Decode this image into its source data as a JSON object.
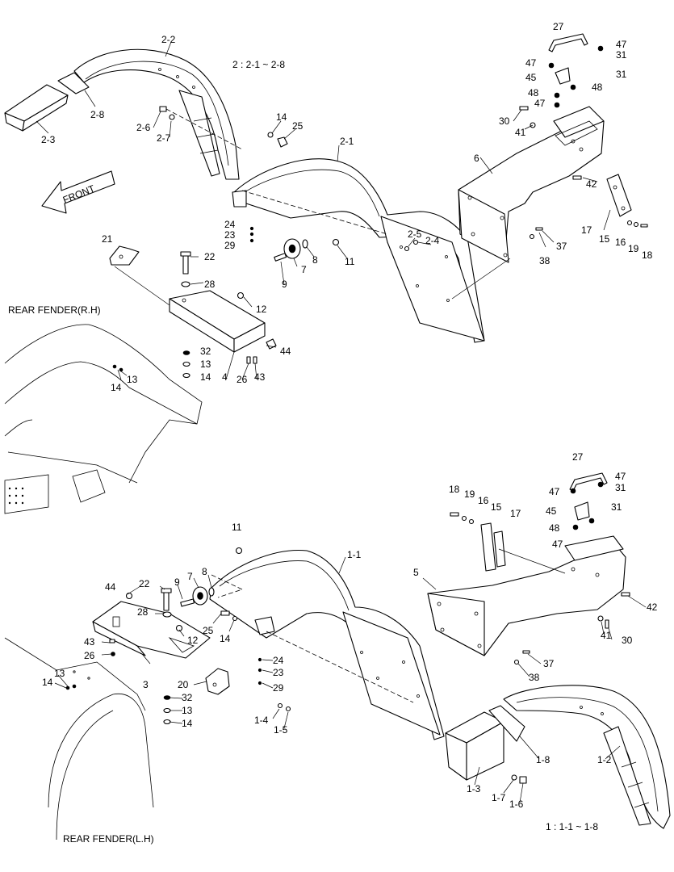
{
  "captions": {
    "rh_title": "REAR FENDER(R.H)",
    "lh_title": "REAR FENDER(L.H)",
    "rh_range": "2 : 2-1 ~ 2-8",
    "lh_range": "1 : 1-1 ~ 1-8",
    "front_arrow": "FRONT"
  },
  "rh_labels": {
    "p2_2": "2-2",
    "p2_8": "2-8",
    "p2_3": "2-3",
    "p2_6": "2-6",
    "p2_7": "2-7",
    "p2_1": "2-1",
    "p2_5": "2-5",
    "p2_4": "2-4",
    "p14a": "14",
    "p25": "25",
    "p24": "24",
    "p23": "23",
    "p29": "29",
    "p21": "21",
    "p22": "22",
    "p28": "28",
    "p7": "7",
    "p8": "8",
    "p9": "9",
    "p11": "11",
    "p12": "12",
    "p32": "32",
    "p13a": "13",
    "p14b": "14",
    "p4": "4",
    "p26": "26",
    "p43": "43",
    "p44": "44",
    "p13b": "13",
    "p14c": "14",
    "p27": "27",
    "p47a": "47",
    "p31a": "31",
    "p47b": "47",
    "p45": "45",
    "p31b": "31",
    "p48a": "48",
    "p48b": "48",
    "p47c": "47",
    "p30": "30",
    "p41": "41",
    "p6": "6",
    "p42": "42",
    "p17": "17",
    "p15": "15",
    "p16": "16",
    "p19": "19",
    "p18": "18",
    "p37": "37",
    "p38": "38"
  },
  "lh_labels": {
    "p27": "27",
    "p47a": "47",
    "p31a": "31",
    "p47b": "47",
    "p45": "45",
    "p31b": "31",
    "p48": "48",
    "p47c": "47",
    "p18": "18",
    "p19": "19",
    "p16": "16",
    "p15": "15",
    "p17": "17",
    "p11": "11",
    "p1_1": "1-1",
    "p5": "5",
    "p44": "44",
    "p22": "22",
    "p9": "9",
    "p7": "7",
    "p8": "8",
    "p28": "28",
    "p43": "43",
    "p26": "26",
    "p25": "25",
    "p14a": "14",
    "p12": "12",
    "p13a": "13",
    "p14b": "14",
    "p3": "3",
    "p20": "20",
    "p32": "32",
    "p13b": "13",
    "p14c": "14",
    "p24": "24",
    "p23": "23",
    "p29": "29",
    "p1_4": "1-4",
    "p1_5": "1-5",
    "p42": "42",
    "p41": "41",
    "p30": "30",
    "p37": "37",
    "p38": "38",
    "p1_3": "1-3",
    "p1_8": "1-8",
    "p1_2": "1-2",
    "p1_7": "1-7",
    "p1_6": "1-6"
  }
}
